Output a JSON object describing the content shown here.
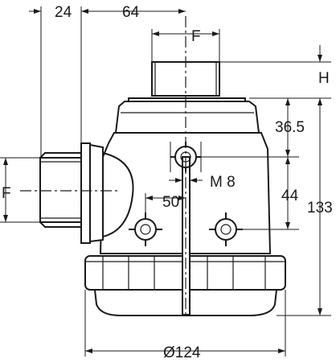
{
  "dimensions": {
    "left_offset": "24",
    "stem_offset": "64",
    "outlet_thread_top": "F",
    "outlet_height": "H",
    "upper_height": "36.5",
    "mount_thread": "M 8",
    "bolt_spacing": "50",
    "lower_height": "44",
    "total_height": "133",
    "inlet_thread_left": "F",
    "diameter": "Ø124"
  }
}
